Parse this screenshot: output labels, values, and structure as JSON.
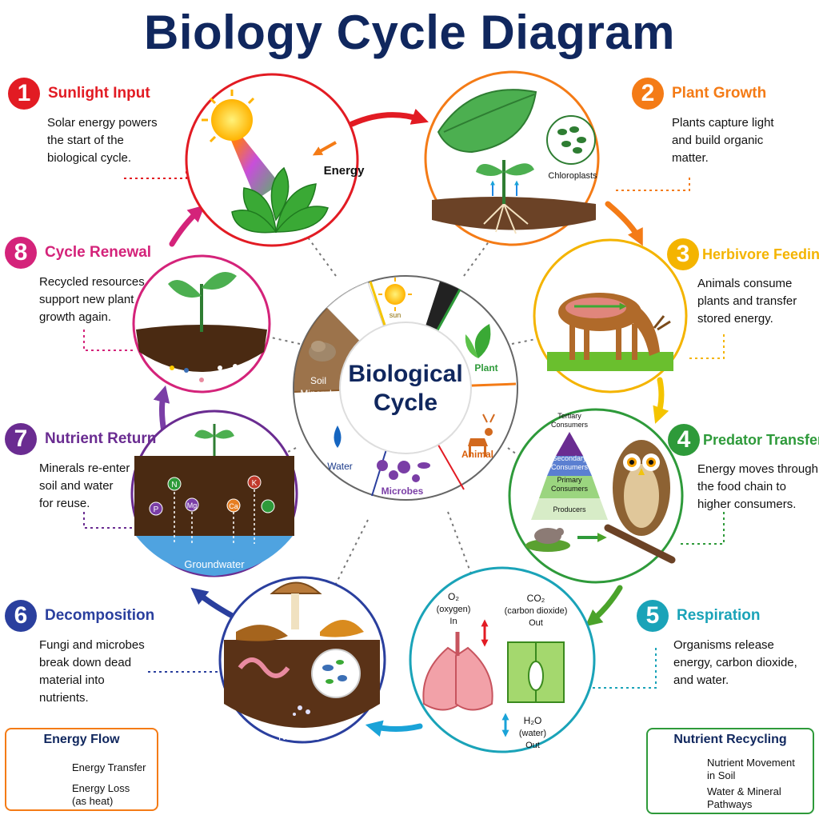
{
  "title": "Biology Cycle Diagram",
  "center": {
    "line1": "Biological",
    "line2": "Cycle"
  },
  "wheel": {
    "sun_caption": "sun",
    "plant": "Plant",
    "animal": "Animal",
    "microbes": "Microbes",
    "water": "Water",
    "soil_line1": "Soil",
    "soil_line2": "Minerals"
  },
  "steps": [
    {
      "num": "1",
      "title": "Sunlight Input",
      "desc": "Solar energy powers\nthe start of the\nbiological cycle.",
      "color": "#e21b23"
    },
    {
      "num": "2",
      "title": "Plant Growth",
      "desc": "Plants capture light\nand build organic\nmatter.",
      "color": "#f47b16"
    },
    {
      "num": "3",
      "title": "Herbivore Feeding",
      "desc": "Animals consume\nplants and transfer\nstored energy.",
      "color": "#f4b400"
    },
    {
      "num": "4",
      "title": "Predator Transfer",
      "desc": "Energy moves through\nthe food chain to\nhigher consumers.",
      "color": "#2e9a3a"
    },
    {
      "num": "5",
      "title": "Respiration",
      "desc": "Organisms release\nenergy, carbon dioxide,\nand water.",
      "color": "#1aa3b8"
    },
    {
      "num": "6",
      "title": "Decomposition",
      "desc": "Fungi and microbes\nbreak down dead\nmaterial into\nnutrients.",
      "color": "#2a3f9e"
    },
    {
      "num": "7",
      "title": "Nutrient Return",
      "desc": "Minerals re-enter\nsoil and water\nfor reuse.",
      "color": "#6a2c91"
    },
    {
      "num": "8",
      "title": "Cycle Renewal",
      "desc": "Recycled resources\nsupport new plant\ngrowth again.",
      "color": "#d4237a"
    }
  ],
  "labels": {
    "energy": "Energy",
    "chloroplasts": "Chloroplasts",
    "pyramid": [
      "Tertiary\nConsumers",
      "Secondary\nConsumers",
      "Primary\nConsumers",
      "Producers"
    ],
    "o2": [
      "O₂",
      "(oxygen)",
      "In"
    ],
    "co2": [
      "CO₂",
      "(carbon dioxide)",
      "Out"
    ],
    "h2o": [
      "H₂O",
      "(water)",
      "Out"
    ],
    "nutrients": "Nutrients",
    "groundwater": "Groundwater",
    "minerals": [
      "N",
      "K",
      "Ca",
      "Mg",
      "P"
    ]
  },
  "legend_energy": {
    "title": "Energy Flow",
    "transfer": "Energy Transfer",
    "loss": "Energy Loss\n(as heat)",
    "color": "#f15a24"
  },
  "legend_nutrient": {
    "title": "Nutrient Recycling",
    "movement": "Nutrient Movement\nin Soil",
    "pathways": "Water & Mineral\nPathways",
    "color": "#2e9a3a"
  }
}
